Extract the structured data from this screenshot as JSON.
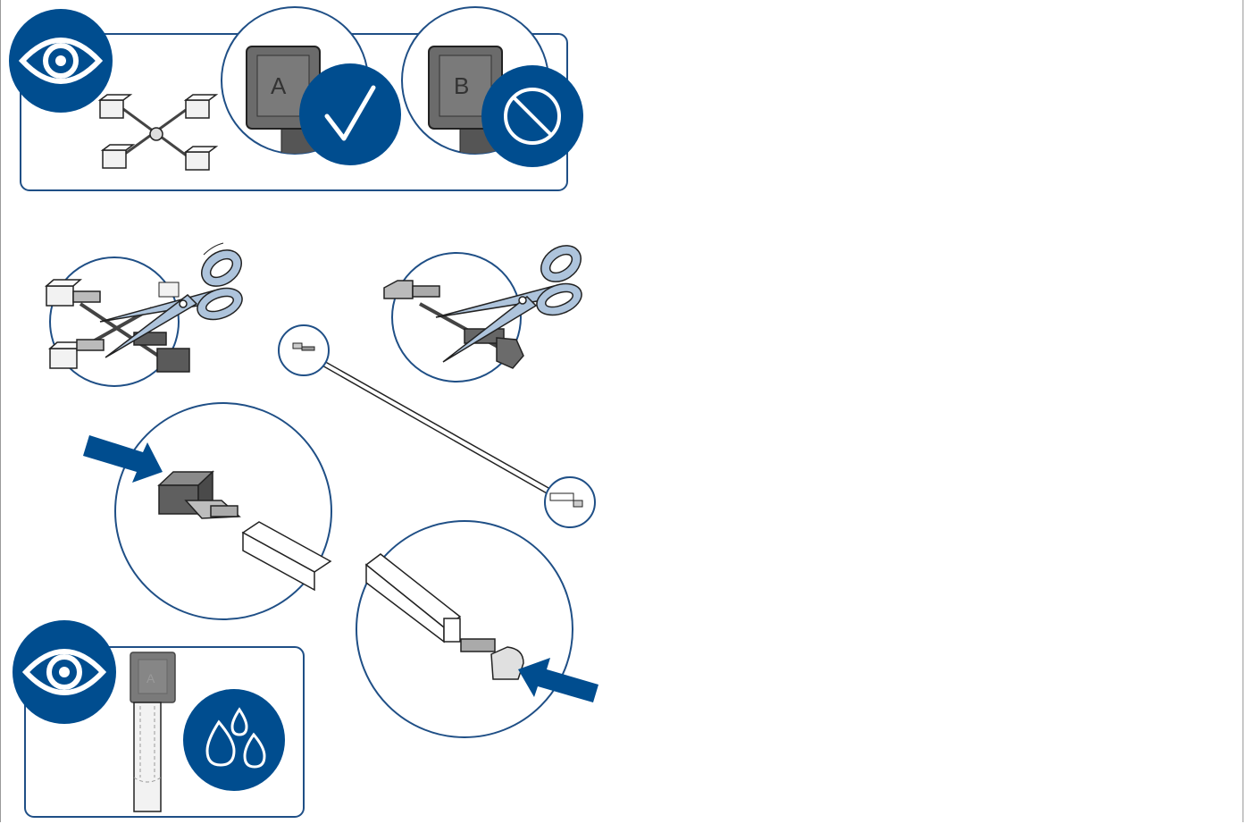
{
  "instruction_sheet": {
    "step1": {
      "panel": "visual-check-box",
      "tag_a_letter": "A",
      "tag_b_letter": "B",
      "tag_a_status": "check-icon",
      "tag_b_status": "prohibited-icon"
    },
    "step2": {
      "tool": "scissors-icon"
    },
    "step3": {
      "push_direction": "arrow-right"
    },
    "step4": {
      "panel": "visual-check-box",
      "tag_letter": "A",
      "condition_icon": "water-drops-icon"
    }
  },
  "colors": {
    "brand_blue": "#004d8f",
    "steel": "#aec4dc",
    "gray_plug": "#6b6b6b",
    "light_gray": "#ececec",
    "outline": "#222222",
    "panel_border": "#1f4f86"
  }
}
